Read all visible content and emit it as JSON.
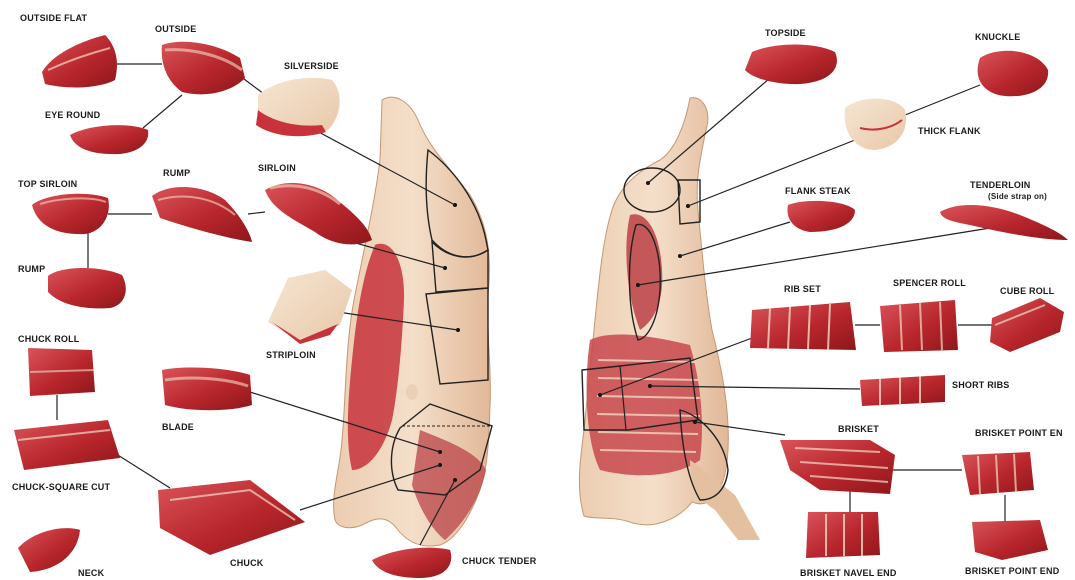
{
  "labels": {
    "outside_flat": "OUTSIDE FLAT",
    "outside": "OUTSIDE",
    "silverside": "SILVERSIDE",
    "eye_round": "EYE ROUND",
    "top_sirloin": "TOP SIRLOIN",
    "rump_top": "RUMP",
    "sirloin": "SIRLOIN",
    "rump_left": "RUMP",
    "striploin": "STRIPLOIN",
    "chuck_roll": "CHUCK ROLL",
    "blade": "BLADE",
    "chuck_square_cut": "CHUCK-SQUARE CUT",
    "chuck": "CHUCK",
    "neck": "NECK",
    "chuck_tender": "CHUCK TENDER",
    "topside": "TOPSIDE",
    "knuckle": "KNUCKLE",
    "thick_flank": "THICK FLANK",
    "flank_steak": "FLANK STEAK",
    "tenderloin": "TENDERLOIN",
    "tenderloin_note": "(Side strap on)",
    "rib_set": "RIB SET",
    "spencer_roll": "SPENCER ROLL",
    "cube_roll": "CUBE ROLL",
    "short_ribs": "SHORT RIBS",
    "brisket": "BRISKET",
    "brisket_point_en": "BRISKET POINT EN",
    "brisket_navel_end": "BRISKET NAVEL END",
    "brisket_point_end": "BRISKET POINT END"
  },
  "colors": {
    "meat_dark": "#9e1b1f",
    "meat_mid": "#c8323a",
    "meat_light": "#d9545a",
    "fat": "#f1dcc6",
    "carcass_fat": "#f0d6bd",
    "carcass_meat": "#cf4a4e",
    "line": "#222222"
  }
}
